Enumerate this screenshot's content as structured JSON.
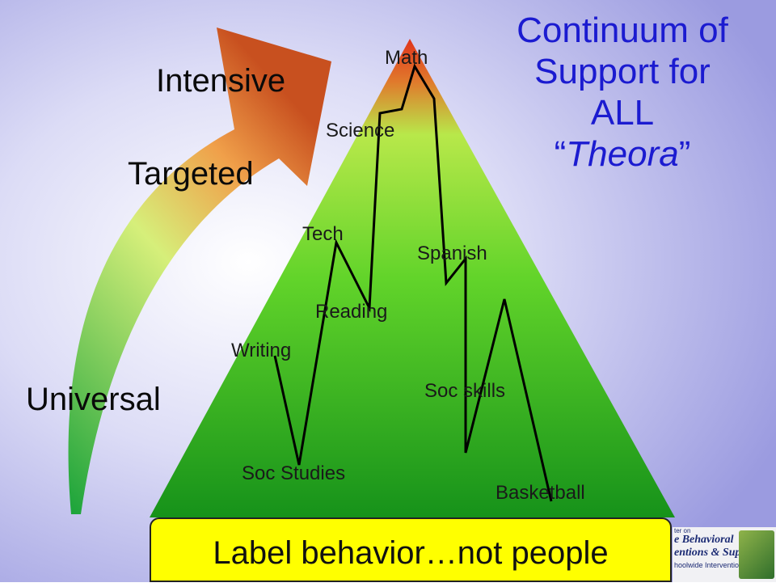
{
  "title": {
    "line1": "Continuum of",
    "line2": "Support for",
    "line3": "ALL",
    "line4_open": "“",
    "line4_name": "Theora",
    "line4_close": "”"
  },
  "tiers": {
    "intensive": "Intensive",
    "targeted": "Targeted",
    "universal": "Universal"
  },
  "subjects": {
    "math": "Math",
    "science": "Science",
    "tech": "Tech",
    "spanish": "Spanish",
    "reading": "Reading",
    "writing": "Writing",
    "soc_skills": "Soc skills",
    "soc_studies": "Soc Studies",
    "basketball": "Basketball"
  },
  "banner": "Label behavior…not people",
  "logo": {
    "line0": "ter on",
    "line1": "e Behavioral",
    "line2": "entions & Supports",
    "line3": "hoolwide Interventions"
  },
  "colors": {
    "title": "#1b1bd0",
    "banner": "#ffff00",
    "pyramid_top": "#d9401f",
    "pyramid_mid": "#7be032",
    "pyramid_base": "#1f9a1f"
  }
}
